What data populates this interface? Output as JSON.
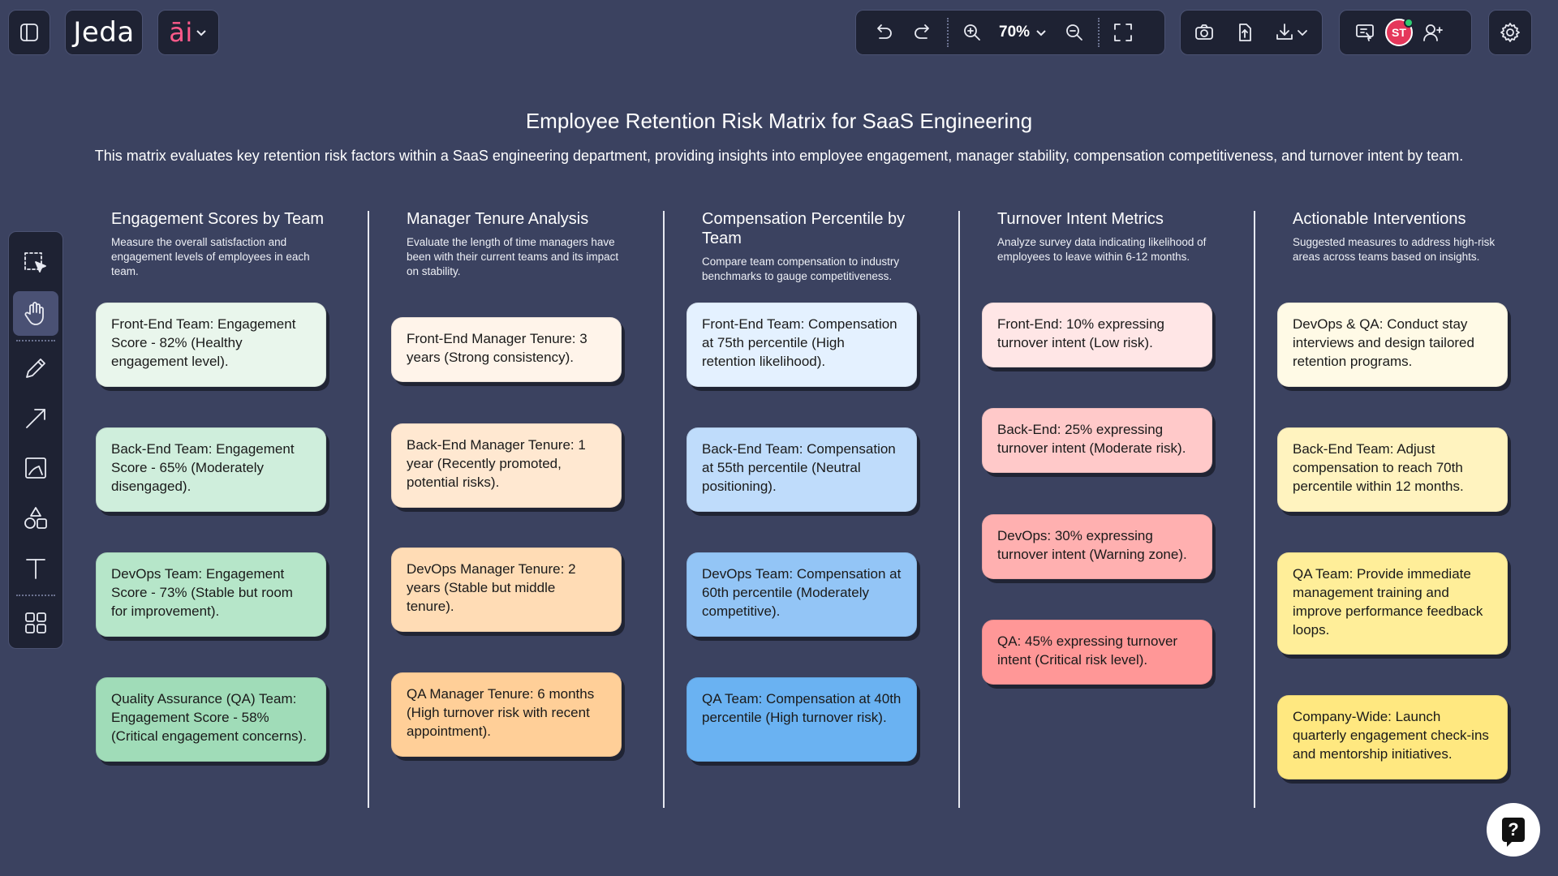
{
  "app": {
    "logo": "Jeda",
    "ai_label": "āi",
    "zoom": "70%",
    "user_initials": "ST"
  },
  "board": {
    "title": "Employee Retention Risk Matrix for SaaS Engineering",
    "description": "This matrix evaluates key retention risk factors within a SaaS engineering department, providing insights into employee engagement, manager stability, compensation competitiveness, and turnover intent by team."
  },
  "columns": [
    {
      "heading": "Engagement Scores by Team",
      "description": "Measure the overall satisfaction and engagement levels of employees in each team.",
      "cards": [
        "Front-End Team: Engagement Score - 82% (Healthy engagement level).",
        "Back-End Team: Engagement Score - 65% (Moderately disengaged).",
        "DevOps Team: Engagement Score - 73% (Stable but room for improvement).",
        "Quality Assurance (QA) Team: Engagement Score - 58% (Critical engagement concerns)."
      ],
      "colors": [
        "#e9f6ec",
        "#cfeedc",
        "#b6e6c9",
        "#a0dcb8"
      ]
    },
    {
      "heading": "Manager Tenure Analysis",
      "description": "Evaluate the length of time managers have been with their current teams and its impact on stability.",
      "cards": [
        "Front-End Manager Tenure: 3 years (Strong consistency).",
        "Back-End Manager Tenure: 1 year (Recently promoted, potential risks).",
        "DevOps Manager Tenure: 2 years (Stable but middle tenure).",
        "QA Manager Tenure: 6 months (High turnover risk with recent appointment)."
      ],
      "colors": [
        "#fff4ea",
        "#ffe8d1",
        "#ffdcb5",
        "#ffcf98"
      ]
    },
    {
      "heading": "Compensation Percentile by Team",
      "description": "Compare team compensation to industry benchmarks to gauge competitiveness.",
      "cards": [
        "Front-End Team: Compensation at 75th percentile (High retention likelihood).",
        "Back-End Team: Compensation at 55th percentile (Neutral positioning).",
        "DevOps Team: Compensation at 60th percentile (Moderately competitive).",
        "QA Team: Compensation at 40th percentile (High turnover risk)."
      ],
      "colors": [
        "#e4f1ff",
        "#bfdcfb",
        "#93c5f6",
        "#6ab2f2"
      ]
    },
    {
      "heading": "Turnover Intent Metrics",
      "description": "Analyze survey data indicating likelihood of employees to leave within 6-12 months.",
      "cards": [
        "Front-End: 10% expressing turnover intent (Low risk).",
        "Back-End: 25% expressing turnover intent (Moderate risk).",
        "DevOps: 30% expressing turnover intent (Warning zone).",
        "QA: 45% expressing turnover intent (Critical risk level)."
      ],
      "colors": [
        "#ffe6e6",
        "#ffc9c9",
        "#ffb0b0",
        "#ff9797"
      ]
    },
    {
      "heading": "Actionable Interventions",
      "description": "Suggested measures to address high-risk areas across teams based on insights.",
      "cards": [
        "DevOps & QA: Conduct stay interviews and design tailored retention programs.",
        "Back-End Team: Adjust compensation to reach 70th percentile within 12 months.",
        "QA Team: Provide immediate management training and improve performance feedback loops.",
        "Company-Wide: Launch quarterly engagement check-ins and mentorship initiatives."
      ],
      "colors": [
        "#fffae6",
        "#fff3bf",
        "#ffee99",
        "#ffe880"
      ]
    }
  ],
  "icons": {
    "toolbar": [
      "sidebar-icon",
      "undo-icon",
      "redo-icon",
      "zoom-in-icon",
      "chevron-down-icon",
      "zoom-out-icon",
      "fullscreen-icon",
      "camera-icon",
      "upload-icon",
      "download-icon",
      "present-icon",
      "add-user-icon",
      "gear-icon"
    ],
    "palette": [
      "select-icon",
      "hand-icon",
      "pen-icon",
      "arrow-icon",
      "image-icon",
      "shapes-icon",
      "text-icon",
      "apps-icon"
    ],
    "help": "help-icon"
  }
}
